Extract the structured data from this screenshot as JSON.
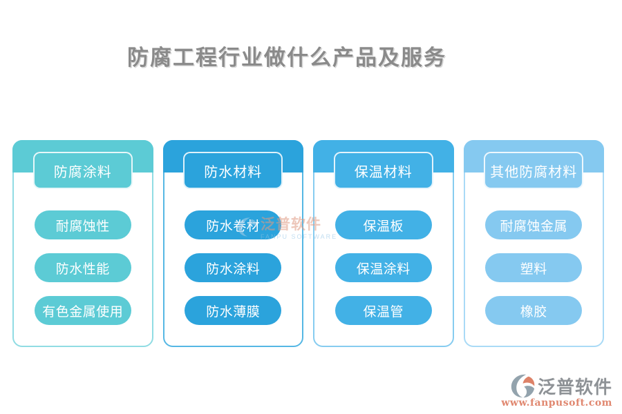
{
  "title": "防腐工程行业做什么产品及服务",
  "columns": [
    {
      "header": "防腐涂料",
      "color": "#5ccbd5",
      "border_color": "#90dce3",
      "items": [
        "耐腐蚀性",
        "防水性能",
        "有色金属使用"
      ]
    },
    {
      "header": "防水材料",
      "color": "#2ba3dc",
      "border_color": "#55b7e4",
      "items": [
        "防水卷材",
        "防水涂料",
        "防水薄膜"
      ]
    },
    {
      "header": "保温材料",
      "color": "#42b1e6",
      "border_color": "#86ccf0",
      "items": [
        "保温板",
        "保温涂料",
        "保温管"
      ]
    },
    {
      "header": "其他防腐材料",
      "color": "#85c9f0",
      "border_color": "#a9daf6",
      "items": [
        "耐腐蚀金属",
        "塑料",
        "橡胶"
      ]
    }
  ],
  "watermark_center": {
    "brand": "泛普软件",
    "subtitle": "FANPU SOFTWARE"
  },
  "footer": {
    "brand": "泛普软件",
    "url": "www.fanpusoft.com",
    "logo_gray": "#93a3ad",
    "logo_accent": "#dd8268"
  },
  "theme": {
    "title_color": "#8a8a8a",
    "background": "#ffffff"
  }
}
